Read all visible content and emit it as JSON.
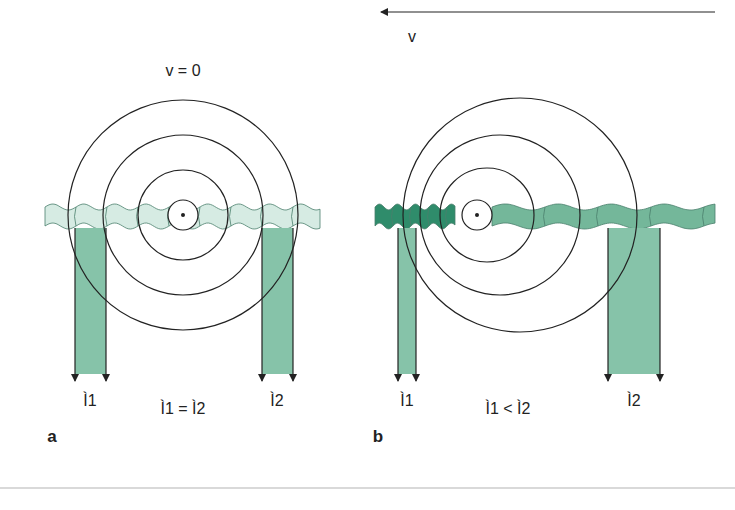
{
  "diagram": {
    "labels": [
      "v = 0",
      "Ì1",
      "Ì2",
      "Ì1 = Ì2",
      "a",
      "v",
      "Ì1",
      "Ì2",
      "Ì1 < Ì2",
      "b"
    ]
  }
}
